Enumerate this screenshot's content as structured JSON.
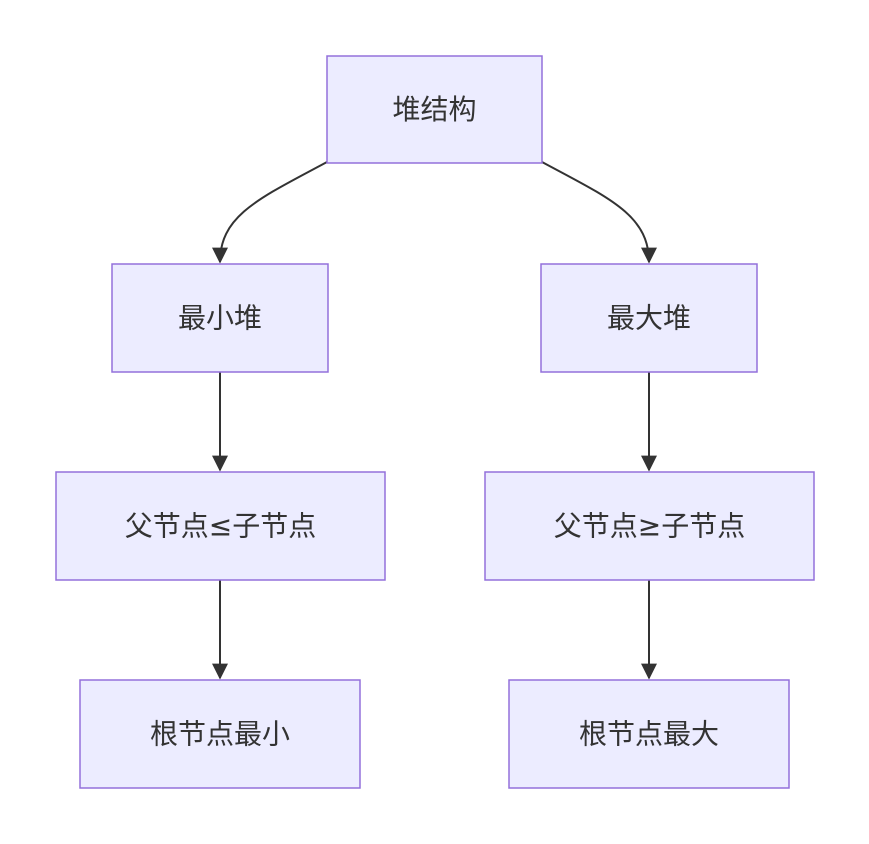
{
  "diagram": {
    "type": "flowchart",
    "colors": {
      "node_fill": "#ececff",
      "node_border": "#9370db",
      "edge": "#333333",
      "text": "#333333"
    },
    "nodes": {
      "root": "堆结构",
      "min_heap": "最小堆",
      "max_heap": "最大堆",
      "min_rule": "父节点≤子节点",
      "max_rule": "父节点≥子节点",
      "min_root": "根节点最小",
      "max_root": "根节点最大"
    },
    "edges": [
      {
        "from": "root",
        "to": "min_heap"
      },
      {
        "from": "root",
        "to": "max_heap"
      },
      {
        "from": "min_heap",
        "to": "min_rule"
      },
      {
        "from": "max_heap",
        "to": "max_rule"
      },
      {
        "from": "min_rule",
        "to": "min_root"
      },
      {
        "from": "max_rule",
        "to": "max_root"
      }
    ]
  }
}
